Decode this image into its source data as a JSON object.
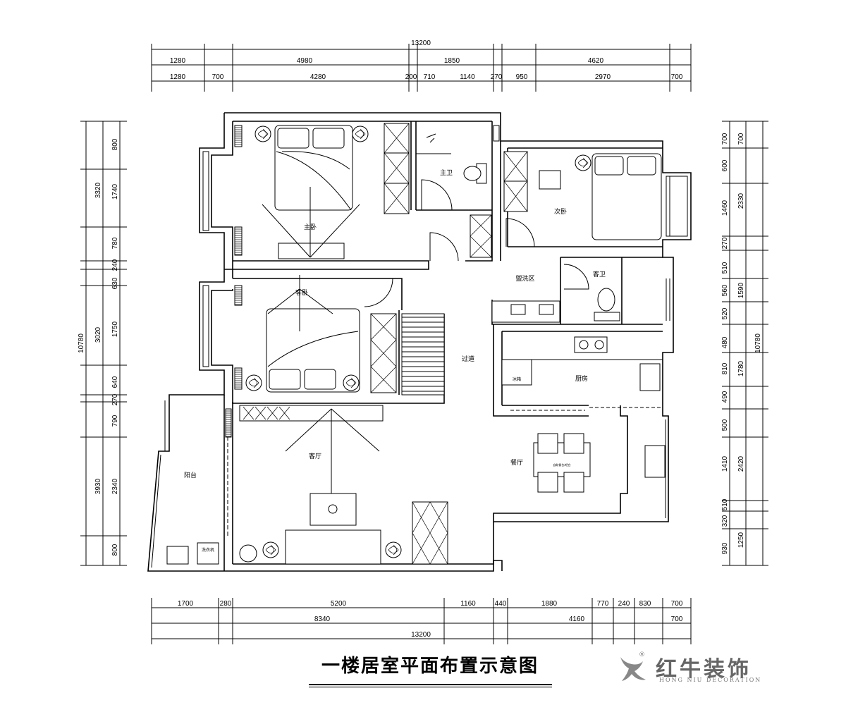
{
  "title": "一楼居室平面布置示意图",
  "brand": {
    "name": "红牛装饰",
    "subtitle": "HONG NIU DECORATION",
    "reg": "®"
  },
  "rooms": {
    "master_bedroom": "主卧",
    "master_bath": "主卫",
    "second_bedroom": "次卧",
    "wash_area": "盥洗区",
    "guest_bath": "客卫",
    "guest_bedroom": "客卧",
    "corridor": "过道",
    "kitchen": "厨房",
    "living_room": "客厅",
    "dining_room": "餐厅",
    "balcony": "阳台",
    "washing_machine": "洗衣机",
    "fridge": "冰箱",
    "dining_counter": "自助餐台/吧台"
  },
  "dims": {
    "top_total": "13200",
    "top_row1": [
      "1280",
      "4980",
      "1850",
      "4620"
    ],
    "top_row2": [
      "1280",
      "700",
      "4280",
      "200",
      "710",
      "1140",
      "270",
      "950",
      "2970",
      "700"
    ],
    "bottom_row1": [
      "1700",
      "280",
      "5200",
      "1160",
      "440",
      "1880",
      "770",
      "240",
      "830",
      "700"
    ],
    "bottom_row2": [
      "8340",
      "4160",
      "700"
    ],
    "bottom_total": "13200",
    "left_total": "10780",
    "left_row1": [
      "3320",
      "3020",
      "3930"
    ],
    "left_row2": [
      "800",
      "1740",
      "780",
      "240",
      "630",
      "1750",
      "640",
      "270",
      "790",
      "2340",
      "800"
    ],
    "right_total": "10780",
    "right_row1": [
      "700",
      "600",
      "1460",
      "270",
      "510",
      "560",
      "520",
      "480",
      "810",
      "490",
      "500",
      "1410",
      "510",
      "320",
      "930"
    ],
    "right_row2": [
      "700",
      "2330",
      "1590",
      "1780",
      "2420",
      "1250"
    ]
  }
}
